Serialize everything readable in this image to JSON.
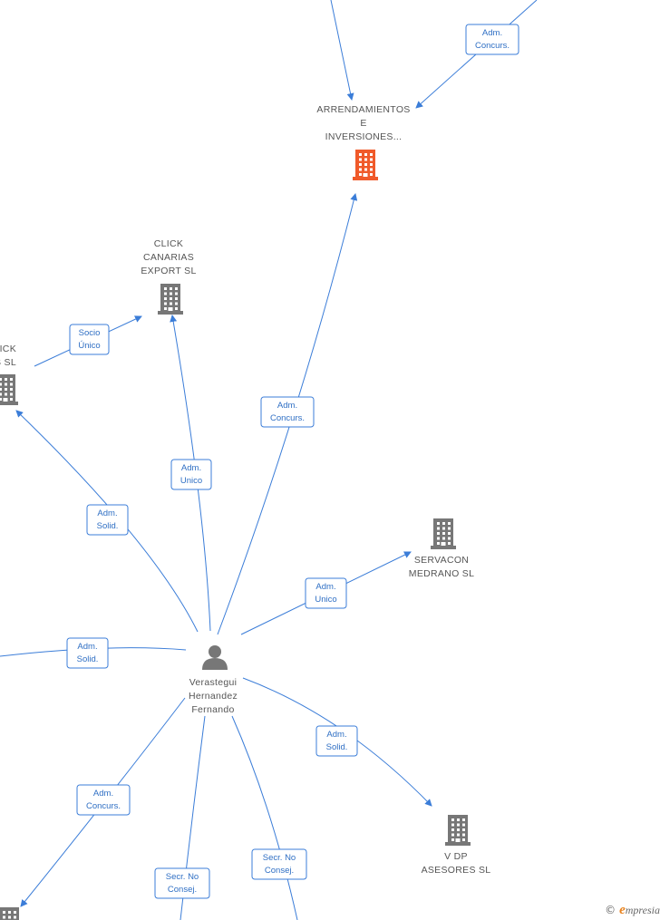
{
  "colors": {
    "edge": "#3b7dd8",
    "node_company": "#777777",
    "node_focus": "#f05a2a",
    "person": "#777777"
  },
  "nodes": [
    {
      "id": "arrendamientos",
      "type": "company-focus",
      "label_lines": [
        "ARRENDAMIENTOS",
        "E",
        "INVERSIONES..."
      ]
    },
    {
      "id": "click-export",
      "type": "company",
      "label_lines": [
        "CLICK",
        "CANARIAS",
        "EXPORT  SL"
      ]
    },
    {
      "id": "click-canarias",
      "type": "company",
      "label_lines": [
        "ICK",
        "RIAS  SL"
      ]
    },
    {
      "id": "servacon",
      "type": "company",
      "label_lines": [
        "SERVACON",
        "MEDRANO SL"
      ]
    },
    {
      "id": "vdp",
      "type": "company",
      "label_lines": [
        "V DP",
        "ASESORES SL"
      ]
    },
    {
      "id": "bottom-left",
      "type": "company",
      "label_lines": []
    },
    {
      "id": "person",
      "type": "person",
      "label_lines": [
        "Verastegui",
        "Hernandez",
        "Fernando"
      ]
    }
  ],
  "edges": [
    {
      "id": "top-to-arrend",
      "label_lines": []
    },
    {
      "id": "topright-to-arrend",
      "label_lines": [
        "Adm.",
        "Concurs."
      ]
    },
    {
      "id": "person-to-arrend",
      "label_lines": [
        "Adm.",
        "Concurs."
      ]
    },
    {
      "id": "person-to-click-export",
      "label_lines": [
        "Adm.",
        "Unico"
      ]
    },
    {
      "id": "click-canarias-to-export",
      "label_lines": [
        "Socio",
        "Único"
      ]
    },
    {
      "id": "person-to-click-canarias",
      "label_lines": [
        "Adm.",
        "Solid."
      ]
    },
    {
      "id": "person-to-servacon",
      "label_lines": [
        "Adm.",
        "Unico"
      ]
    },
    {
      "id": "person-to-left",
      "label_lines": [
        "Adm.",
        "Solid."
      ]
    },
    {
      "id": "person-to-vdp",
      "label_lines": [
        "Adm.",
        "Solid."
      ]
    },
    {
      "id": "person-to-bottom-left",
      "label_lines": [
        "Adm.",
        "Concurs."
      ]
    },
    {
      "id": "person-to-bottom-1",
      "label_lines": [
        "Secr.  No",
        "Consej."
      ]
    },
    {
      "id": "person-to-bottom-2",
      "label_lines": [
        "Secr.  No",
        "Consej."
      ]
    }
  ],
  "footer": {
    "copyright": "©",
    "brand_initial": "e",
    "brand_rest": "mpresia"
  }
}
